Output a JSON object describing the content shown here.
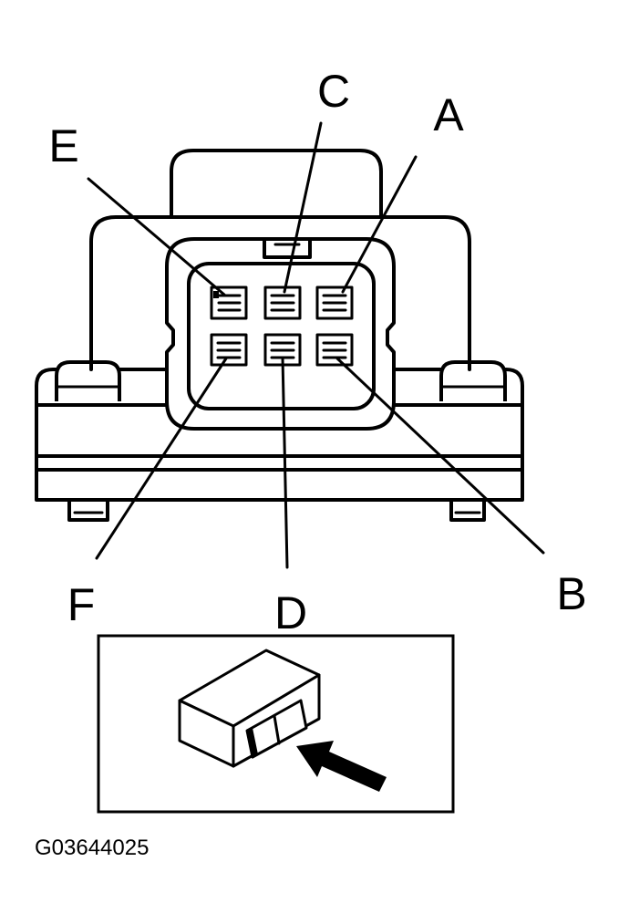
{
  "callouts": {
    "a": "A",
    "b": "B",
    "c": "C",
    "d": "D",
    "e": "E",
    "f": "F"
  },
  "inset": {
    "icons": [
      "connector-module-icon",
      "view-direction-arrow-icon"
    ]
  },
  "figure_id": "G03644025",
  "colors": {
    "line": "#000000",
    "background": "#ffffff"
  }
}
